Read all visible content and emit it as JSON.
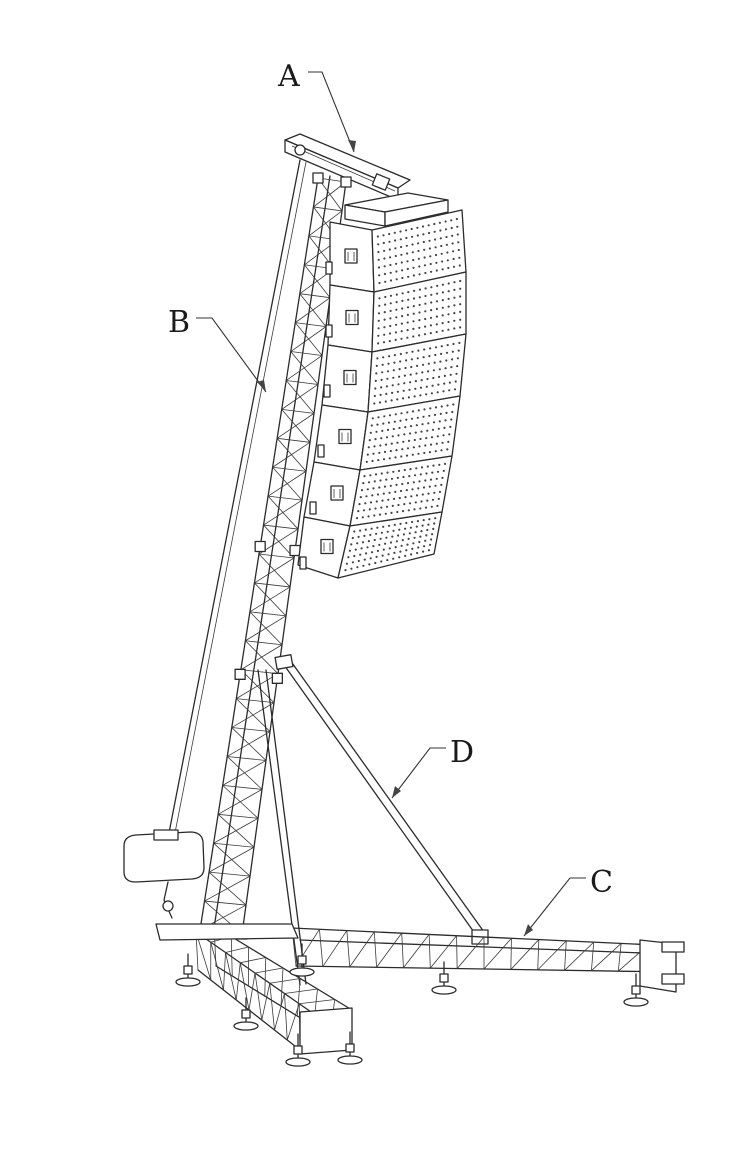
{
  "callouts": [
    {
      "id": "A",
      "text": "A"
    },
    {
      "id": "B",
      "text": "B"
    },
    {
      "id": "C",
      "text": "C"
    },
    {
      "id": "D",
      "text": "D"
    }
  ],
  "colors": {
    "ink": "#2b2b2b",
    "paper": "#ffffff"
  }
}
